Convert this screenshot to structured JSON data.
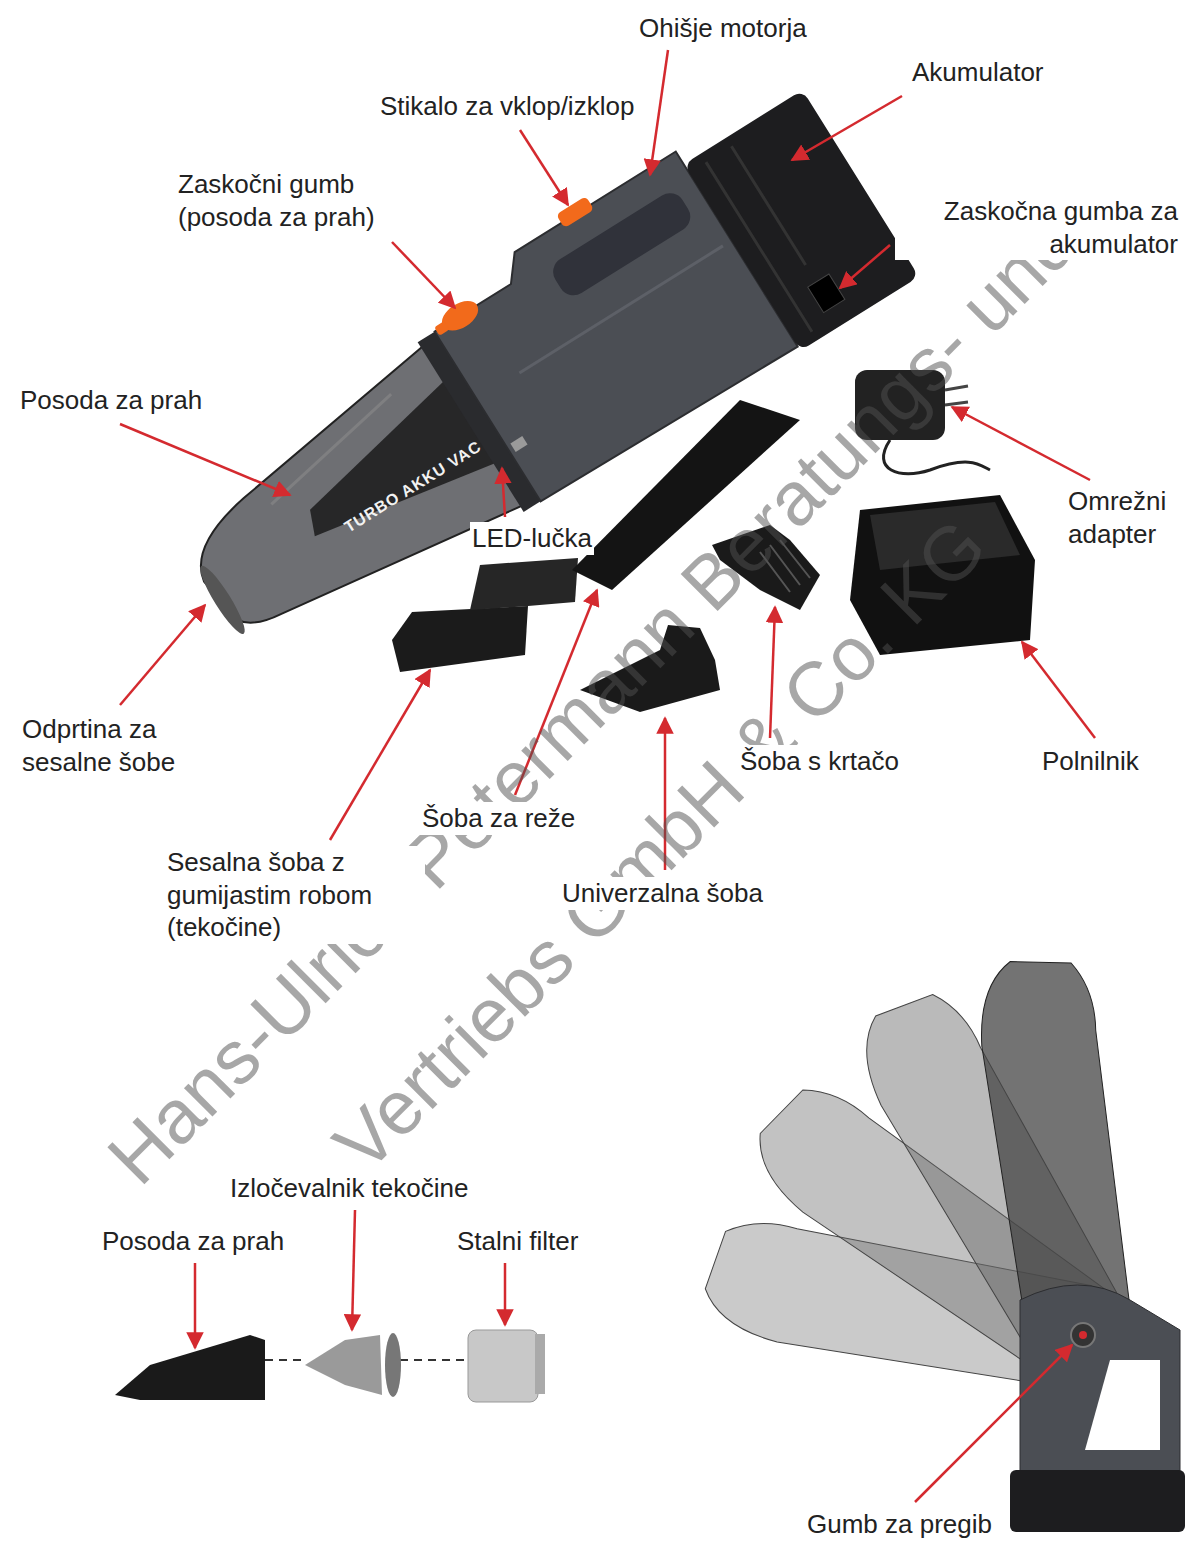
{
  "diagram": {
    "labels": [
      "Ohišje motorja",
      "Akumulator",
      "Stikalo za vklop/izklop",
      "Zaskočni gumb (posoda za prah)",
      "Zaskočna gumba za akumulator",
      "Posoda za prah",
      "LED-lučka",
      "Omrežni adapter",
      "Odprtina za sesalne šobe",
      "Šoba s krtačo",
      "Polnilnik",
      "Šoba za reže",
      "Sesalna šoba z gumijastim robom (tekočine)",
      "Univerzalna šoba",
      "Izločevalnik tekočine",
      "Posoda za prah",
      "Stalni filter",
      "Gumb za pregib",
      "TURBO AKKU VAC",
      "Hans-Ulrich Petermann Beratungs- und",
      "Vertriebs GmbH & Co. KG"
    ]
  }
}
